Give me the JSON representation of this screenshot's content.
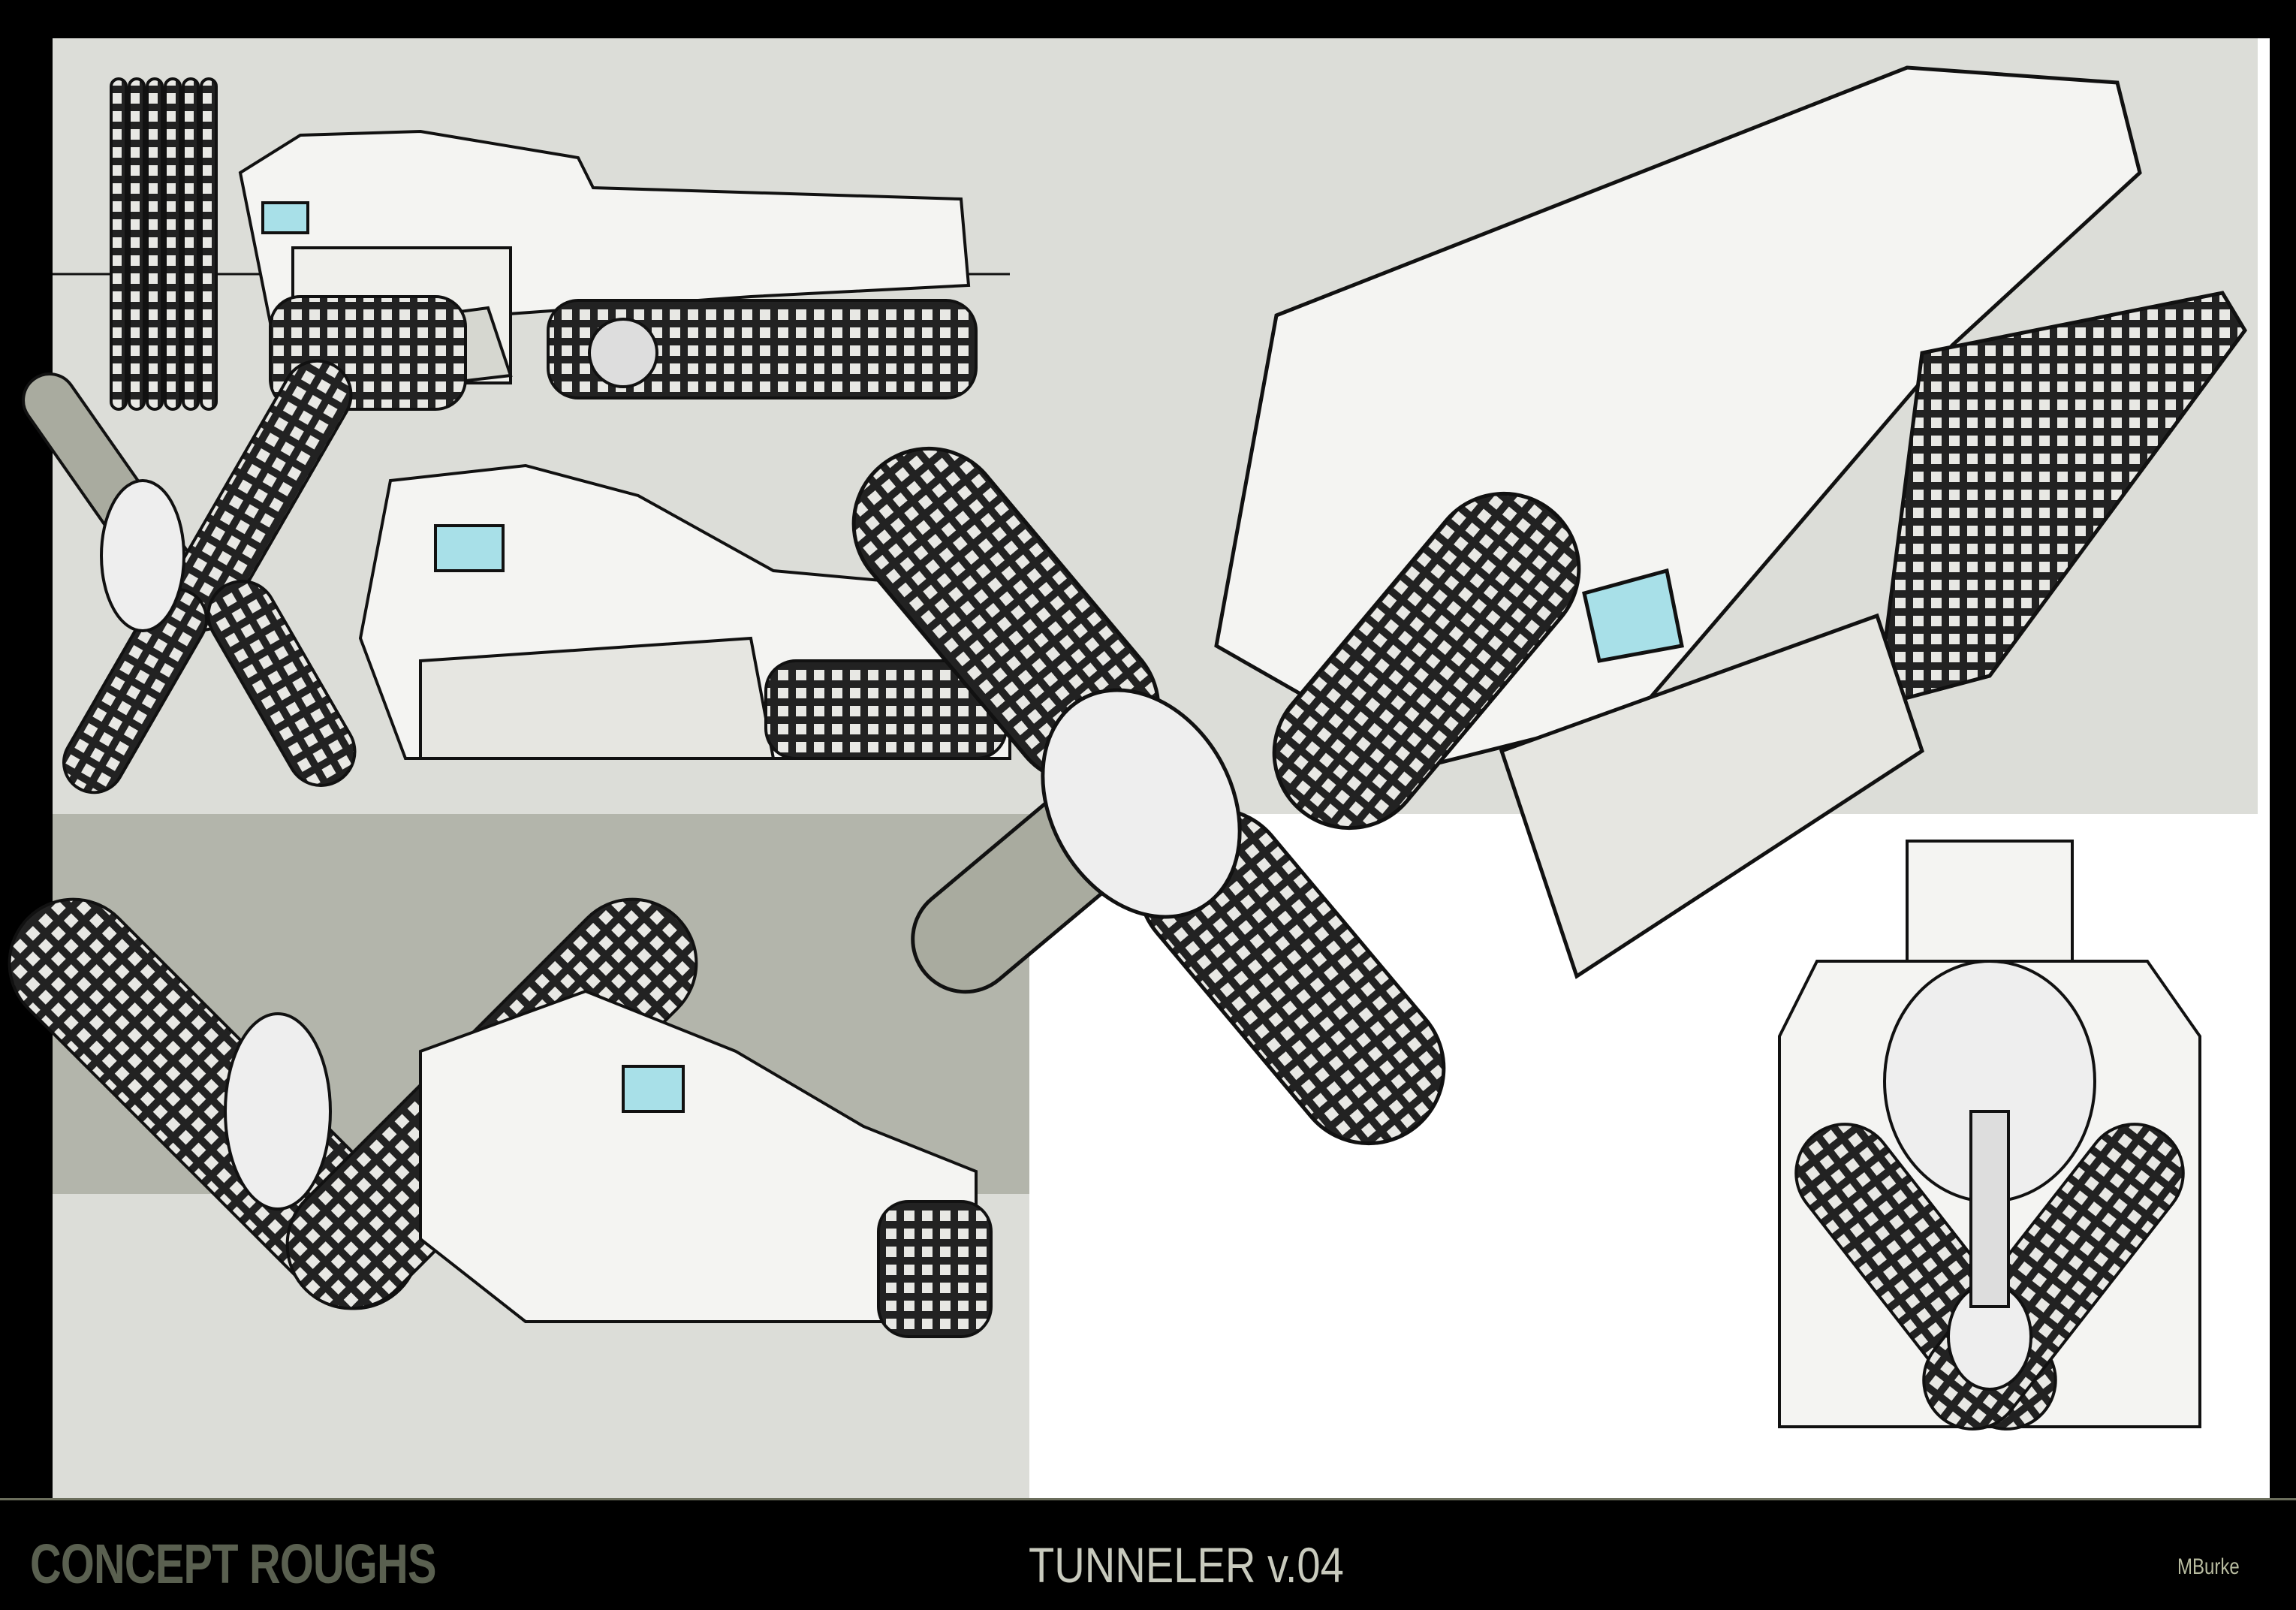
{
  "footer": {
    "left_title": "CONCEPT ROUGHS",
    "center_title": "TUNNELER v.04",
    "artist": "MBurke"
  },
  "colors": {
    "panel_light": "#dcddd8",
    "panel_dark": "#b3b5ab",
    "body_white": "#f4f4f2",
    "shade": "#a9ab9f",
    "ink": "#111111",
    "glass": "#a8e0e8",
    "title_green": "#5a6050"
  }
}
